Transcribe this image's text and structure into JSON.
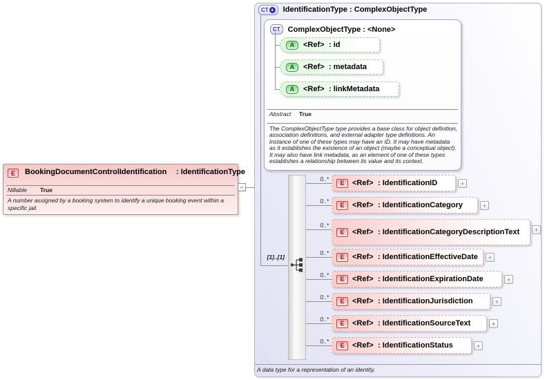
{
  "icons": {
    "expand": "+",
    "collapse": "−",
    "plus": "+"
  },
  "left_element": {
    "badge": "E",
    "name": "BookingDocumentControlIdentification",
    "type": ": IdentificationType",
    "property_label": "Nillable",
    "property_value": "True",
    "annotation": "A number assigned by a booking system to identify a unique booking event within a specific jail."
  },
  "panel": {
    "badge": "CT",
    "title": "IdentificationType : ComplexObjectType",
    "annotation": "A data type for a representation of an identity.",
    "base_type_box": {
      "badge": "CT",
      "title": "ComplexObjectType : <None>",
      "attr_badge": "A",
      "ref_label": "<Ref>",
      "attributes": [
        {
          "name": ": id"
        },
        {
          "name": ": metadata"
        },
        {
          "name": ": linkMetadata"
        }
      ],
      "property_label": "Abstract",
      "property_value": "True",
      "annotation": "The ComplexObjectType type provides a base class for object definition, association definitions, and external adapter type definitions. An instance of one of these types may have an ID. It may have metadata as it establishes the existence of an object (maybe a conceptual object). It may also have link metadata, as an element of one of these types establishes a relationship between its value and its context."
    },
    "sequence": {
      "group_cardinality": "[1]..[1]",
      "badge": "E",
      "ref_label": "<Ref>",
      "elements": [
        {
          "name": ": IdentificationID",
          "cardinality": "0..*"
        },
        {
          "name": ": IdentificationCategory",
          "cardinality": "0..*"
        },
        {
          "name": ": IdentificationCategoryDescriptionText",
          "cardinality": "0..*"
        },
        {
          "name": ": IdentificationEffectiveDate",
          "cardinality": "0..*"
        },
        {
          "name": ": IdentificationExpirationDate",
          "cardinality": "0..*"
        },
        {
          "name": ": IdentificationJurisdiction",
          "cardinality": "0..*"
        },
        {
          "name": ": IdentificationSourceText",
          "cardinality": "0..*"
        },
        {
          "name": ": IdentificationStatus",
          "cardinality": "0..*"
        }
      ]
    }
  }
}
